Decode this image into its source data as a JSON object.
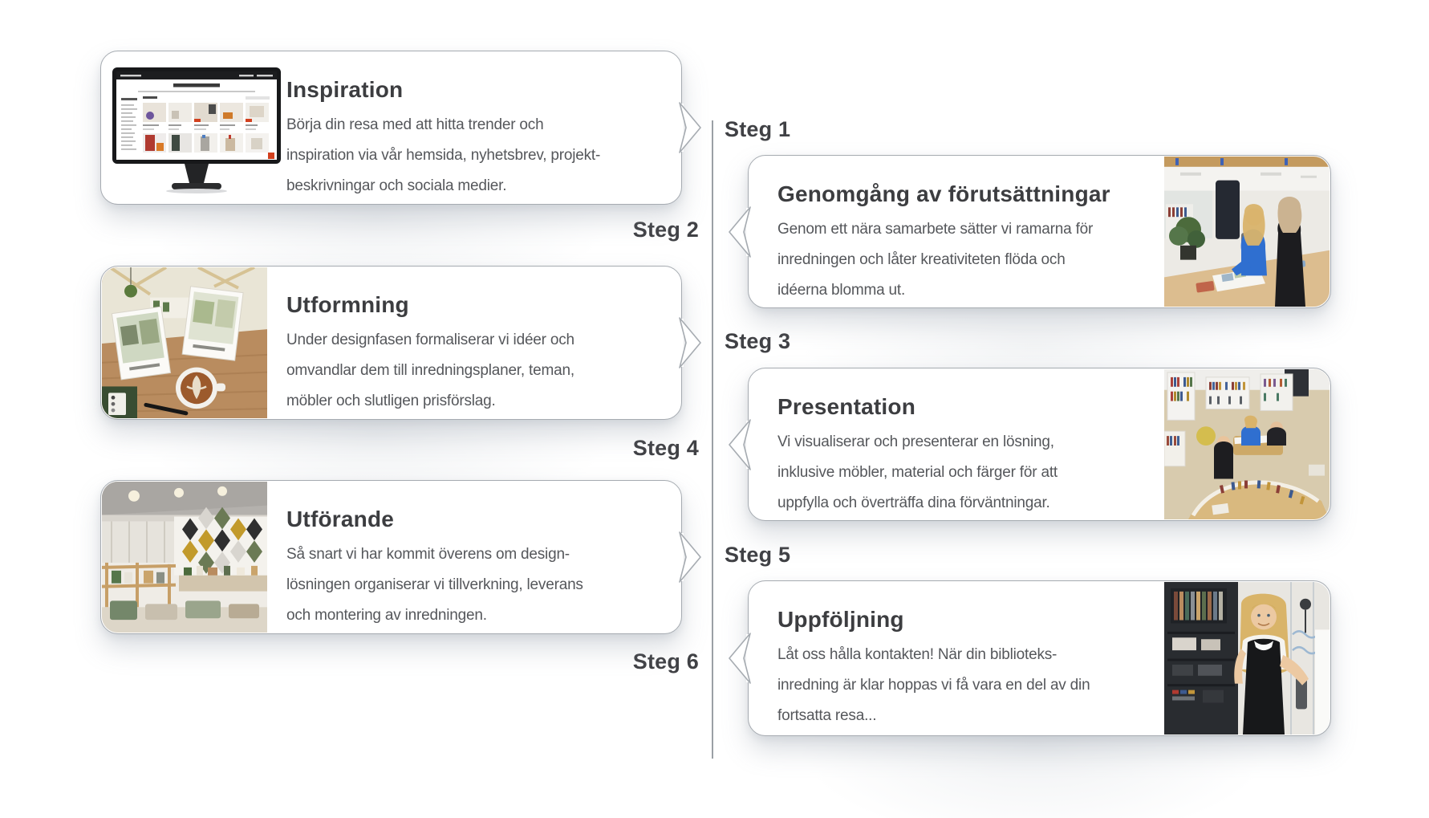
{
  "diagram": {
    "type": "process-timeline",
    "language": "sv",
    "line_color": "#9aa0a5",
    "card_border_color": "#a6abb1",
    "title_color": "#3c3d40",
    "body_color": "#55575b",
    "step_label_color": "#404145",
    "background": "#ffffff"
  },
  "steps": [
    {
      "label": "Steg 1",
      "card": {
        "title": "Inspiration",
        "body": [
          "Börja din resa med att hitta trender och",
          "inspiration via vår hemsida, nyhetsbrev, projekt-",
          "beskrivningar och sociala medier."
        ],
        "image": "monitor-webshop-screenshot",
        "image_side": "left"
      }
    },
    {
      "label": "Steg 2",
      "card": {
        "title": "Genomgång av förutsättningar",
        "body": [
          "Genom ett nära samarbete sätter vi ramarna för",
          "inredningen och låter kreativiteten flöda och",
          "idéerna blomma ut."
        ],
        "image": "two-women-reviewing-plans-photo",
        "image_side": "right"
      }
    },
    {
      "label": "Steg 3",
      "card": {
        "title": "Utformning",
        "body": [
          "Under designfasen formaliserar vi idéer och",
          "omvandlar dem till inredningsplaner, teman,",
          "möbler och slutligen prisförslag."
        ],
        "image": "design-collage-with-coffee-photo",
        "image_side": "left"
      }
    },
    {
      "label": "Steg 4",
      "card": {
        "title": "Presentation",
        "body": [
          "Vi visualiserar och presenterar en lösning,",
          "inklusive möbler, material och färger för att",
          "uppfylla och överträffa dina förväntningar."
        ],
        "image": "library-interior-overview-photo",
        "image_side": "right"
      }
    },
    {
      "label": "Steg 5",
      "card": {
        "title": "Utförande",
        "body": [
          "Så snart vi har kommit överens om design-",
          "lösningen organiserar vi tillverkning, leverans",
          "och montering av inredningen."
        ],
        "image": "showroom-photo",
        "image_side": "left"
      }
    },
    {
      "label": "Steg 6",
      "card": {
        "title": "Uppföljning",
        "body": [
          "Låt oss hålla kontakten! När din biblioteks-",
          "inredning är klar hoppas vi få vara en del av din",
          "fortsatta resa..."
        ],
        "image": "designer-portrait-photo",
        "image_side": "right"
      }
    }
  ]
}
